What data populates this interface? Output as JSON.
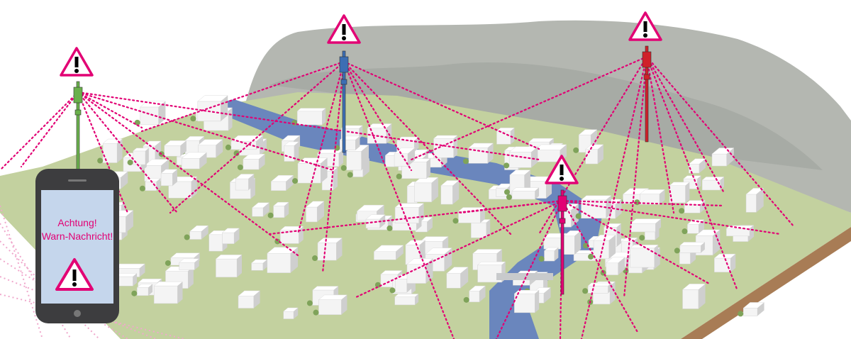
{
  "phone": {
    "line1": "Achtung!",
    "line2": "Warn-Nachricht!",
    "icon": "warning-triangle-icon"
  },
  "colors": {
    "accent": "#e20074",
    "river": "#5f7fb5",
    "terrain": "#b9c98f",
    "mountain": "#b0b3ad",
    "tower_green": "#6ab04c",
    "tower_blue": "#3c6eb4",
    "tower_red": "#d0202a",
    "tower_magenta": "#e20074"
  },
  "towers": [
    {
      "name": "green",
      "icon": "warning-triangle-icon"
    },
    {
      "name": "blue",
      "icon": "warning-triangle-icon"
    },
    {
      "name": "red",
      "icon": "warning-triangle-icon"
    },
    {
      "name": "magenta",
      "icon": "warning-triangle-icon"
    }
  ]
}
